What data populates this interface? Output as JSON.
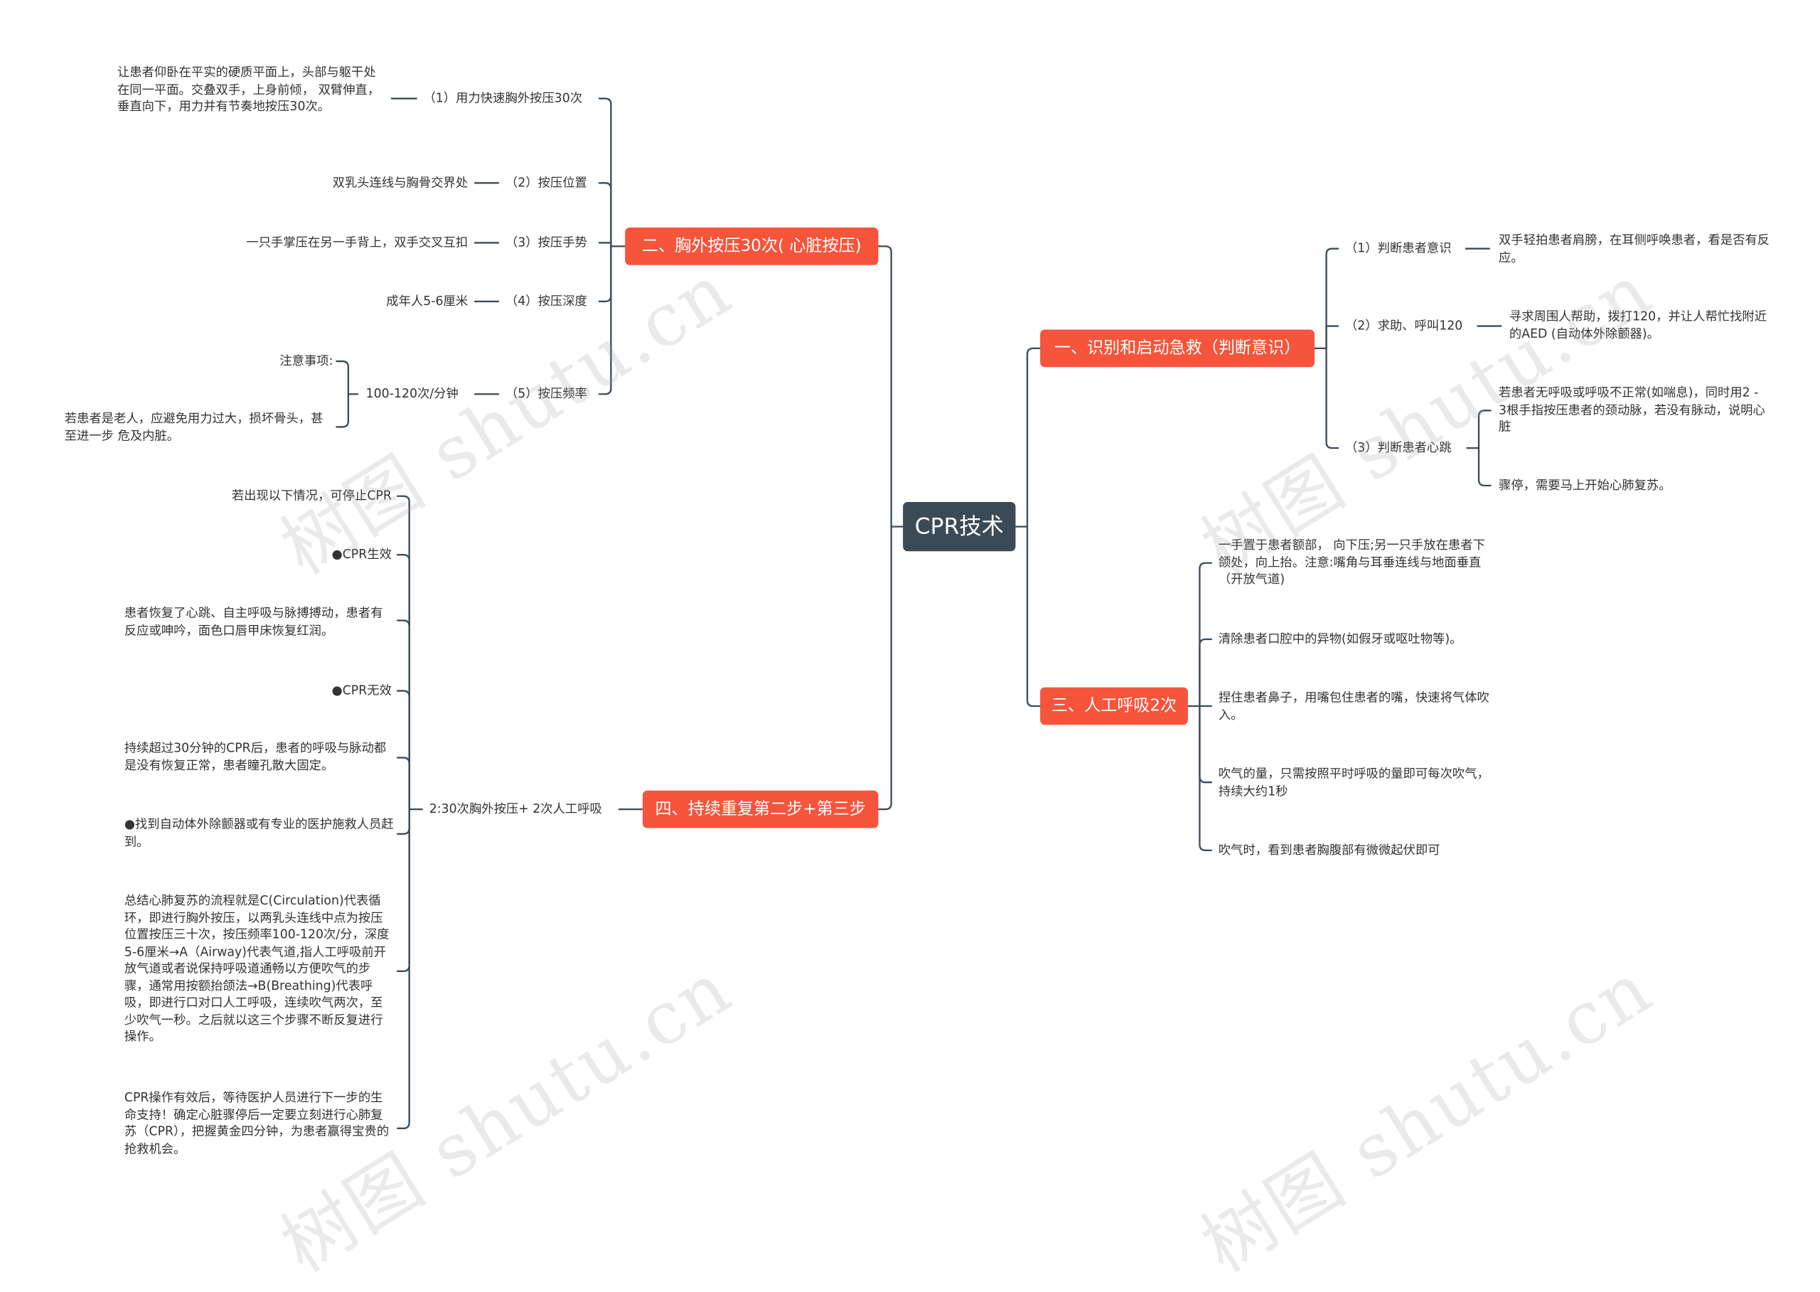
{
  "watermark": "树图 shutu.cn",
  "colors": {
    "root": "#3b4a57",
    "branch": "#f6543b",
    "line": "#3b4a57",
    "text": "#333333"
  },
  "root": {
    "label": "CPR技术"
  },
  "branches": {
    "b1": {
      "label": "一、识别和启动急救（判断意识）",
      "items": [
        {
          "label": "（1）判断患者意识",
          "detail": "双手轻拍患者肩膀，在耳侧呼唤患者，看是否有反应。"
        },
        {
          "label": "（2）求助、呼叫120",
          "detail": "寻求周围人帮助，拨打120，并让人帮忙找附近的AED (自动体外除颤器)。"
        },
        {
          "label": "（3）判断患者心跳",
          "details": [
            "若患者无呼吸或呼吸不正常(如喘息)，同时用2 - 3根手指按压患者的颈动脉，若没有脉动，说明心脏",
            "骤停，需要马上开始心肺复苏。"
          ]
        }
      ]
    },
    "b2": {
      "label": "二、胸外按压30次( 心脏按压)",
      "items": [
        {
          "label": "（1）用力快速胸外按压30次",
          "detail": "让患者仰卧在平实的硬质平面上，头部与躯干处在同一平面。交叠双手，上身前倾， 双臂伸直，垂直向下，用力并有节奏地按压30次。"
        },
        {
          "label": "（2）按压位置",
          "detail": "双乳头连线与胸骨交界处"
        },
        {
          "label": "（3）按压手势",
          "detail": "一只手掌压在另一手背上，双手交叉互扣"
        },
        {
          "label": "（4）按压深度",
          "detail": "成年人5-6厘米"
        },
        {
          "label": "（5）按压频率",
          "detail": "100-120次/分钟",
          "notes": [
            "注意事项:",
            "若患者是老人，应避免用力过大，损坏骨头，甚至进一步 危及内脏。"
          ]
        }
      ]
    },
    "b3": {
      "label": "三、人工呼吸2次",
      "items": [
        "一手置于患者额部， 向下压;另一只手放在患者下颌处，向上抬。注意:嘴角与耳垂连线与地面垂直（开放气道)",
        "清除患者口腔中的异物(如假牙或呕吐物等)。",
        "捏住患者鼻子，用嘴包住患者的嘴，快速将气体吹入。",
        "吹气的量，只需按照平时呼吸的量即可每次吹气，持续大约1秒",
        "吹气时，看到患者胸腹部有微微起伏即可"
      ]
    },
    "b4": {
      "label": "四、持续重复第二步+第三步",
      "sub": "2:30次胸外按压+ 2次人工呼吸",
      "items": [
        "若出现以下情况，可停止CPR",
        "●CPR生效",
        "患者恢复了心跳、自主呼吸与脉搏搏动，患者有反应或呻吟，面色口唇甲床恢复红润。",
        "●CPR无效",
        "持续超过30分钟的CPR后，患者的呼吸与脉动都是没有恢复正常，患者瞳孔散大固定。",
        "●找到自动体外除颤器或有专业的医护施救人员赶到。",
        "总结心肺复苏的流程就是C(Circulation)代表循环，即进行胸外按压，以两乳头连线中点为按压位置按压三十次，按压频率100-120次/分，深度5-6厘米→A（Airway)代表气道,指人工呼吸前开放气道或者说保持呼吸道通畅以方便吹气的步骤，通常用按额抬颌法→B(Breathing)代表呼吸，即进行口对口人工呼吸，连续吹气两次，至少吹气一秒。之后就以这三个步骤不断反复进行操作。",
        "CPR操作有效后，等待医护人员进行下一步的生命支持！确定心脏骤停后一定要立刻进行心肺复苏（CPR），把握黄金四分钟，为患者赢得宝贵的抢救机会。"
      ]
    }
  }
}
